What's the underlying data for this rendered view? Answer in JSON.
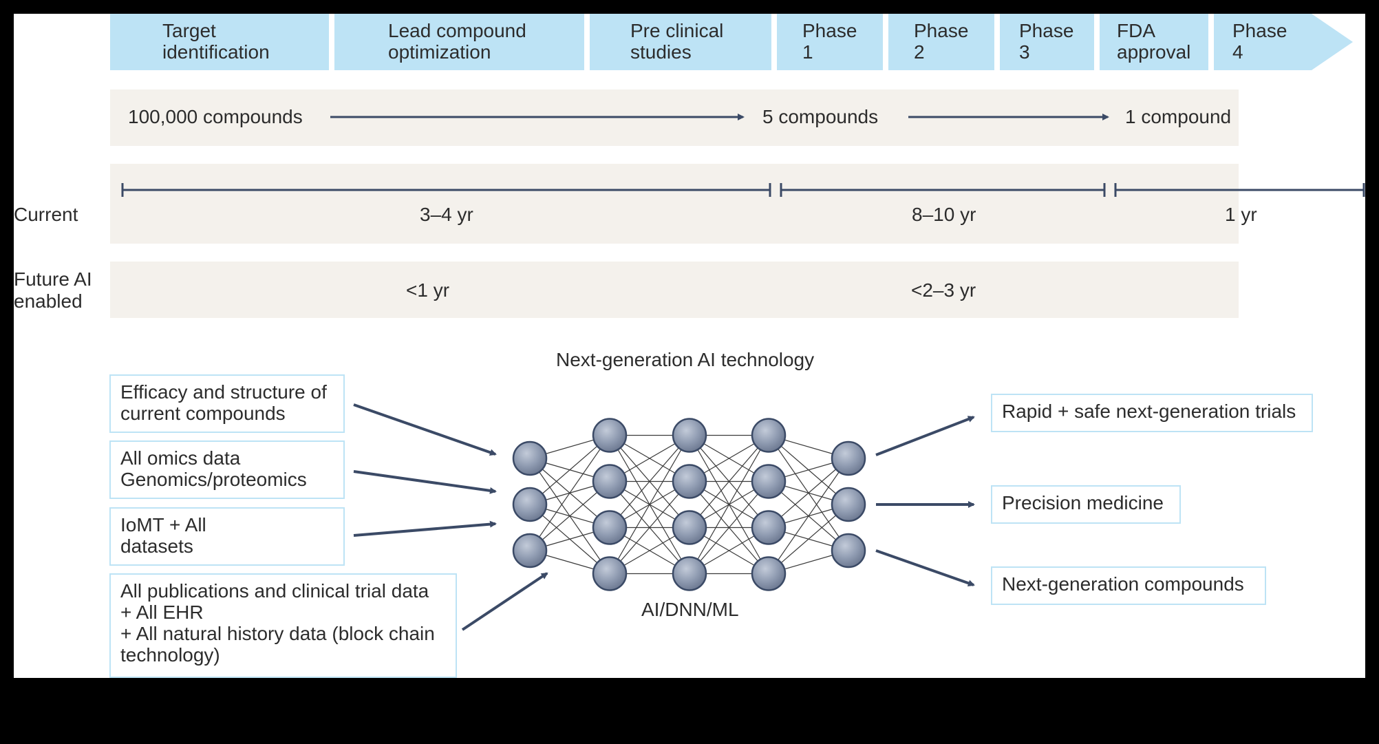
{
  "pipeline": {
    "stages": [
      "Target\nidentification",
      "Lead compound\noptimization",
      "Pre clinical\nstudies",
      "Phase\n1",
      "Phase\n2",
      "Phase\n3",
      "FDA\napproval",
      "Phase\n4"
    ]
  },
  "compounds": {
    "start": "100,000 compounds",
    "middle": "5 compounds",
    "end": "1 compound"
  },
  "timeline": {
    "current_label": "Current",
    "current_durations": [
      "3–4 yr",
      "8–10 yr",
      "1 yr"
    ],
    "future_label": "Future AI\nenabled",
    "future_durations": [
      "<1 yr",
      "<2–3 yr"
    ]
  },
  "network": {
    "title": "Next-generation AI technology",
    "caption": "AI/DNN/ML",
    "layers": [
      3,
      4,
      4,
      4,
      3
    ]
  },
  "inputs": [
    "Efficacy and structure of\ncurrent compounds",
    "All omics data\nGenomics/proteomics",
    "IoMT + All\ndatasets",
    "All publications and clinical trial data\n+ All EHR\n+ All natural history data (block chain\ntechnology)"
  ],
  "outputs": [
    "Rapid + safe next-generation trials",
    "Precision medicine",
    "Next-generation compounds"
  ],
  "colors": {
    "stage_fill": "#bde3f5",
    "band_fill": "#f4f1ec",
    "arrow": "#3b4a66",
    "node": "#8f9bb1"
  }
}
